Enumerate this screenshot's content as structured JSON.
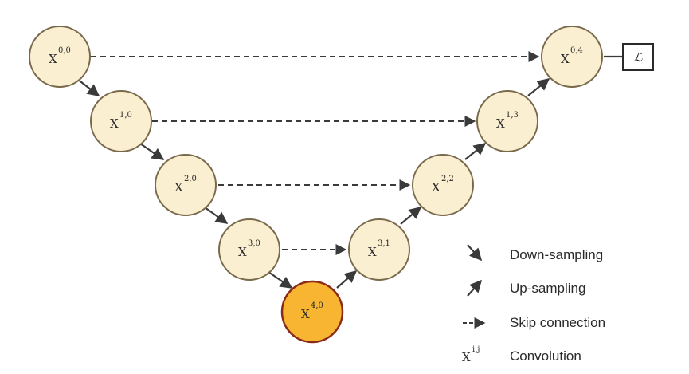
{
  "diagram": {
    "nodes": [
      {
        "base": "X",
        "index": "0,0",
        "highlight": false
      },
      {
        "base": "X",
        "index": "1,0",
        "highlight": false
      },
      {
        "base": "X",
        "index": "2,0",
        "highlight": false
      },
      {
        "base": "X",
        "index": "3,0",
        "highlight": false
      },
      {
        "base": "X",
        "index": "4,0",
        "highlight": true
      },
      {
        "base": "X",
        "index": "3,1",
        "highlight": false
      },
      {
        "base": "X",
        "index": "2,2",
        "highlight": false
      },
      {
        "base": "X",
        "index": "1,3",
        "highlight": false
      },
      {
        "base": "X",
        "index": "0,4",
        "highlight": false
      }
    ],
    "loss_label": "ℒ",
    "legend": {
      "down": "Down-sampling",
      "up": "Up-sampling",
      "skip": "Skip connection",
      "conv_symbol": "X",
      "conv_sup": "i,j",
      "conv": "Convolution"
    },
    "colors": {
      "node_fill": "#fbefd2",
      "node_stroke": "#7a6a4c",
      "highlight_fill": "#f7b531",
      "highlight_stroke": "#8a2a18",
      "edge": "#3a3a3a"
    }
  }
}
